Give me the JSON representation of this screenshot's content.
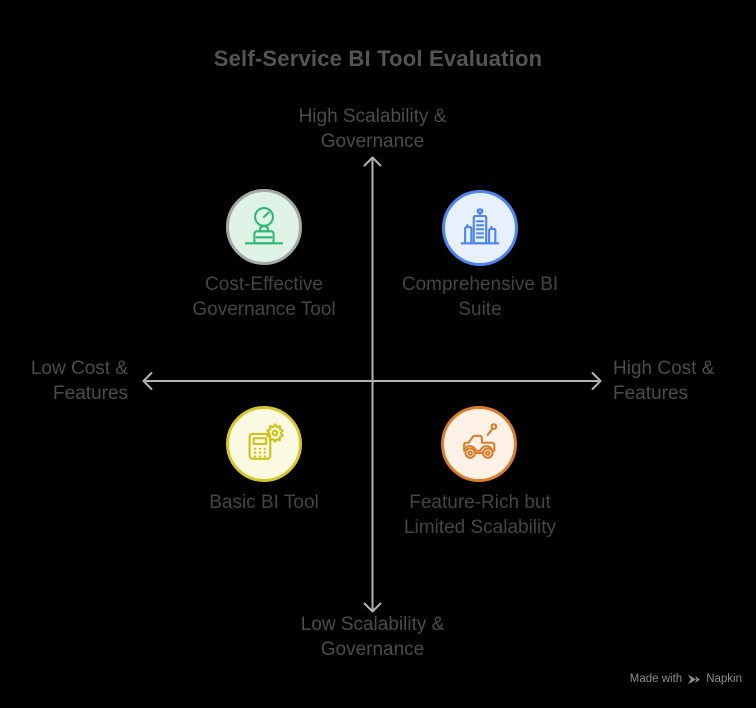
{
  "title": "Self-Service BI Tool Evaluation",
  "diagram_type": "quadrant-matrix",
  "axes": {
    "top": {
      "line1": "High Scalability &",
      "line2": "Governance"
    },
    "bottom": {
      "line1": "Low Scalability &",
      "line2": "Governance"
    },
    "left": {
      "line1": "Low Cost &",
      "line2": "Features"
    },
    "right": {
      "line1": "High Cost &",
      "line2": "Features"
    }
  },
  "quadrants": [
    {
      "position": "top-left",
      "label_line1": "Cost-Effective",
      "label_line2": "Governance Tool",
      "icon": "gauge-briefcase-icon",
      "circle_fill": "#def3e6",
      "circle_border": "#a5a9a6",
      "icon_color": "#2fb873"
    },
    {
      "position": "top-right",
      "label_line1": "Comprehensive BI",
      "label_line2": "Suite",
      "icon": "city-buildings-icon",
      "circle_fill": "#e9f0fd",
      "circle_border": "#4c85ec",
      "icon_color": "#4c85ec"
    },
    {
      "position": "bottom-left",
      "label_line1": "Basic BI Tool",
      "label_line2": "",
      "icon": "calculator-gear-icon",
      "circle_fill": "#fbf9e1",
      "circle_border": "#d7c52c",
      "icon_color": "#d0c11d"
    },
    {
      "position": "bottom-right",
      "label_line1": "Feature-Rich but",
      "label_line2": "Limited Scalability",
      "icon": "rc-toy-car-icon",
      "circle_fill": "#fdf2e5",
      "circle_border": "#d97e2f",
      "icon_color": "#d97e2f"
    }
  ],
  "watermark": {
    "prefix": "Made with",
    "brand": "Napkin"
  },
  "colors": {
    "background": "#000000",
    "title_text": "#545454",
    "axis_label_text": "#4c4c4c",
    "quadrant_label_text": "#454545",
    "axis_line": "#b3b3b3",
    "watermark_text": "#8e8e8e"
  }
}
